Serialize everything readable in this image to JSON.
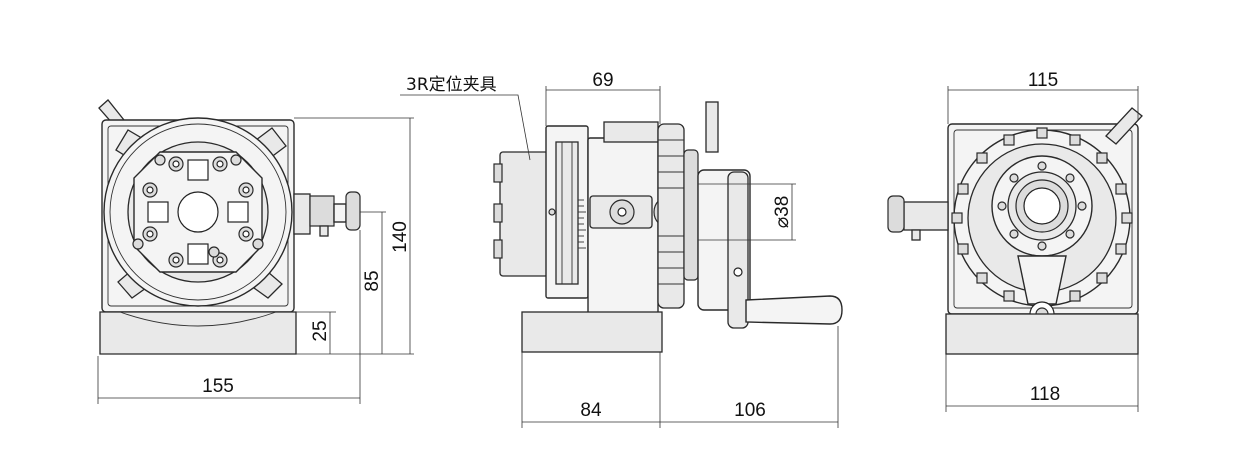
{
  "labels": {
    "fixture": "3R定位夹具"
  },
  "dimensions": {
    "left_width": "155",
    "left_height_total": "140",
    "left_center_height": "85",
    "left_base_height": "25",
    "mid_top": "69",
    "mid_diameter": "⌀38",
    "mid_bottom_left": "84",
    "mid_bottom_right": "106",
    "right_top": "115",
    "right_bottom": "118"
  }
}
